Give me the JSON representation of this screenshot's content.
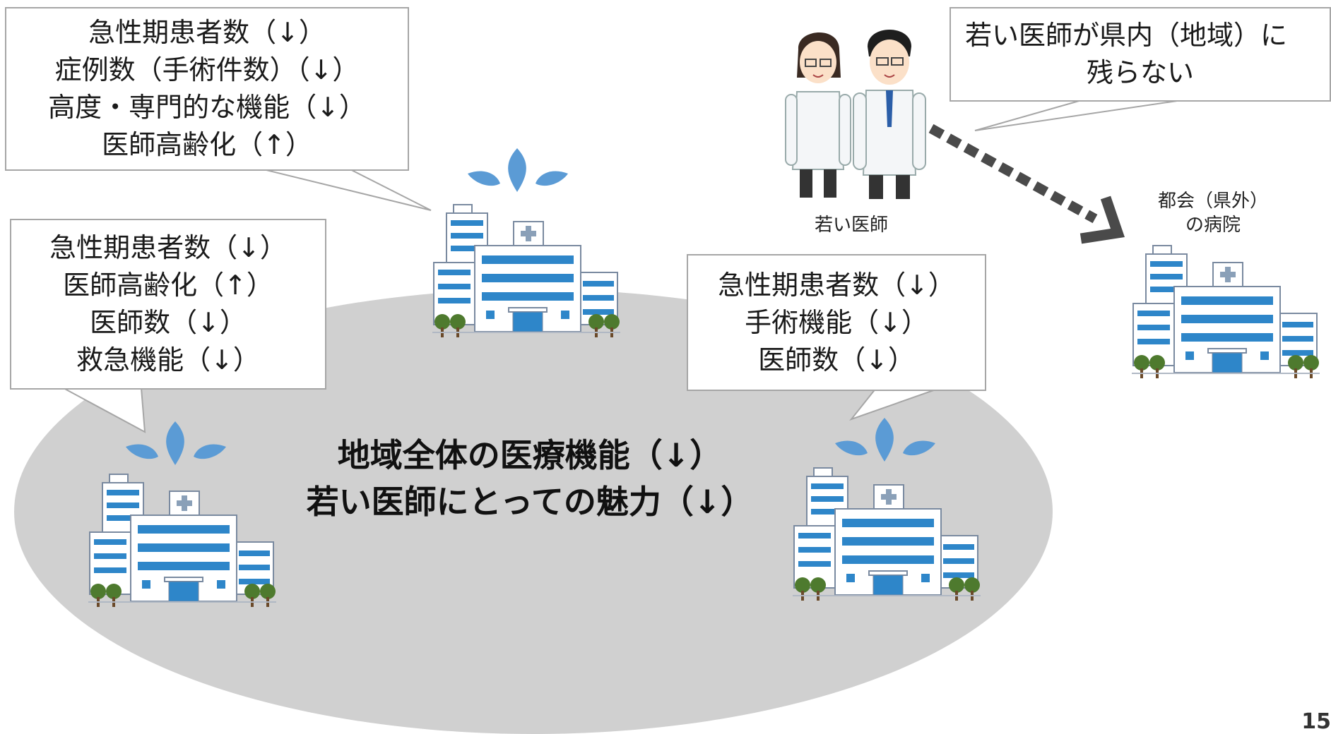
{
  "region": {
    "summary_lines": [
      "地域全体の医療機能（↓）",
      "若い医師にとっての魅力（↓）"
    ]
  },
  "callouts": {
    "top_left": [
      "急性期患者数（↓）",
      "症例数（手術件数）（↓）",
      "高度・専門的な機能（↓）",
      "医師高齢化（↑）"
    ],
    "mid_left": [
      "急性期患者数（↓）",
      "医師高齢化（↑）",
      "医師数（↓）",
      "救急機能（↓）"
    ],
    "mid_right": [
      "急性期患者数（↓）",
      "手術機能（↓）",
      "医師数（↓）"
    ],
    "top_right": [
      "若い医師が県内（地域）に",
      "残らない"
    ]
  },
  "labels": {
    "young_doctors": "若い医師",
    "city_hospital": [
      "都会（県外）",
      "の病院"
    ]
  },
  "page_number": "15",
  "colors": {
    "region_fill": "#d0d0d0",
    "callout_border": "#a6a6a6",
    "arrow": "#4a4a4a",
    "sweat_drop": "#5b9bd5",
    "hospital_window": "#2e86c9"
  },
  "icons": [
    "hospital-icon",
    "sweat-drops-icon",
    "doctors-illustration",
    "dotted-arrow-icon"
  ]
}
